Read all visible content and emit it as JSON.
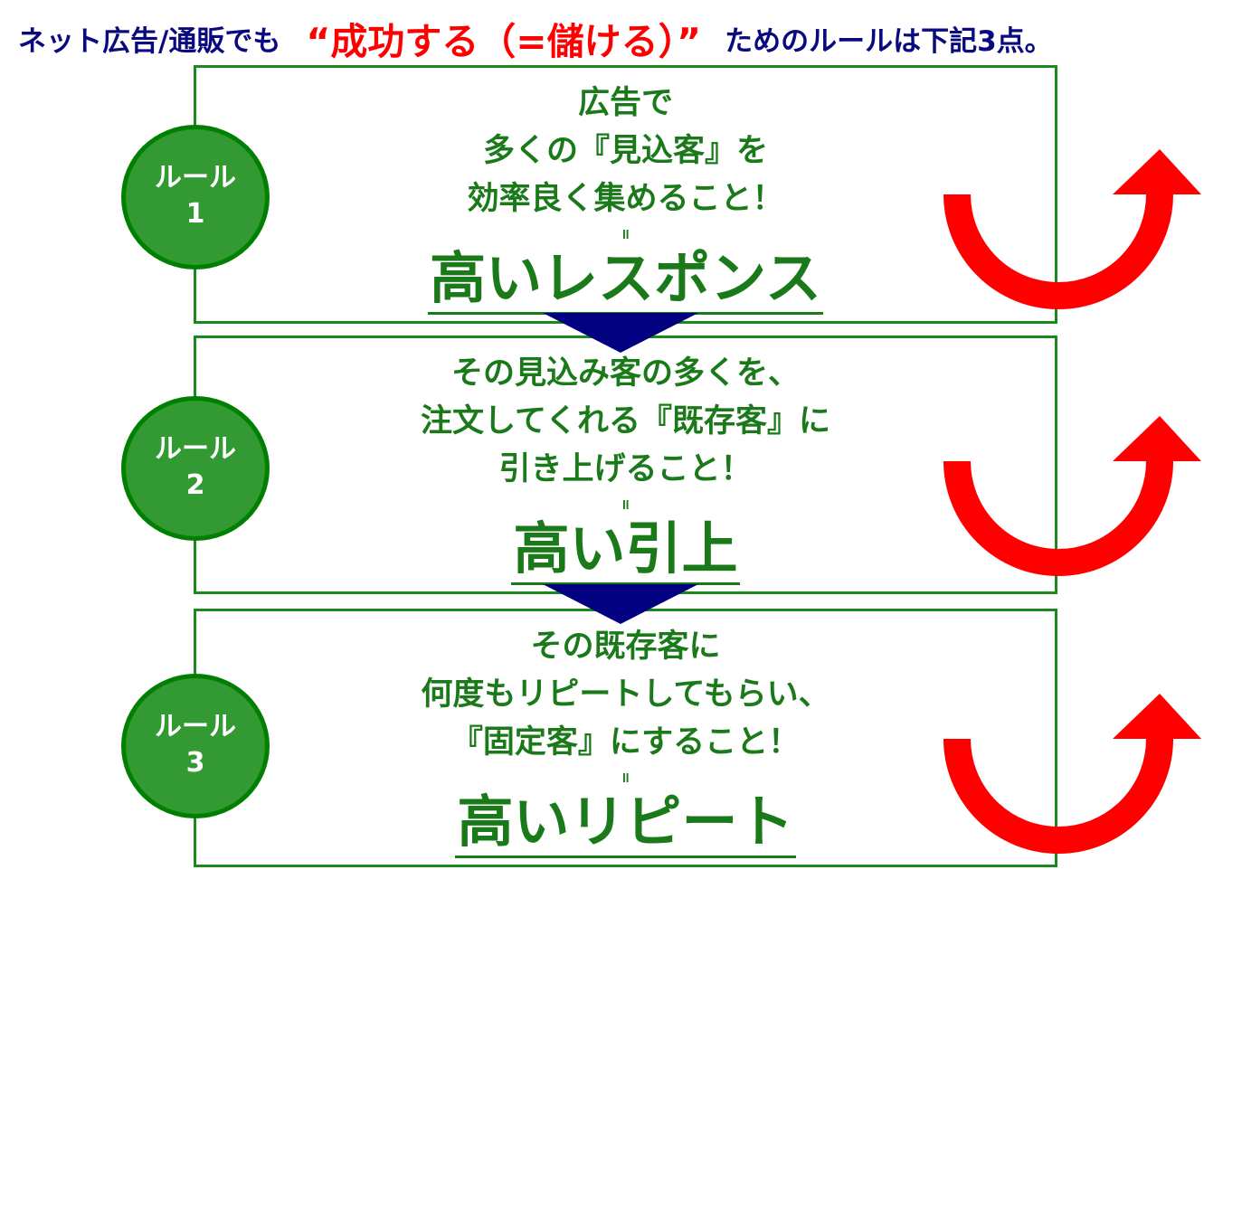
{
  "title": {
    "prefix": "ネット広告/通販でも",
    "highlight": "“成功する（=儲ける）”",
    "suffix": "ためのルールは下記3点。"
  },
  "rules": [
    {
      "badge_label": "ルール",
      "badge_number": "1",
      "lines": [
        "広告で",
        "多くの『見込客』を",
        "効率良く集めること！"
      ],
      "equals": "=",
      "result": "高いレスポンス"
    },
    {
      "badge_label": "ルール",
      "badge_number": "2",
      "lines": [
        "その見込み客の多くを、",
        "注文してくれる『既存客』に",
        "引き上げること！"
      ],
      "equals": "=",
      "result": "高い引上"
    },
    {
      "badge_label": "ルール",
      "badge_number": "3",
      "lines": [
        "その既存客に",
        "何度もリピートしてもらい、",
        "『固定客』にすること！"
      ],
      "equals": "=",
      "result": "高いリピート"
    }
  ],
  "colors": {
    "navy": "#0a0a80",
    "red": "#ff0000",
    "green": "#1a7a1a",
    "badge": "#339933"
  }
}
